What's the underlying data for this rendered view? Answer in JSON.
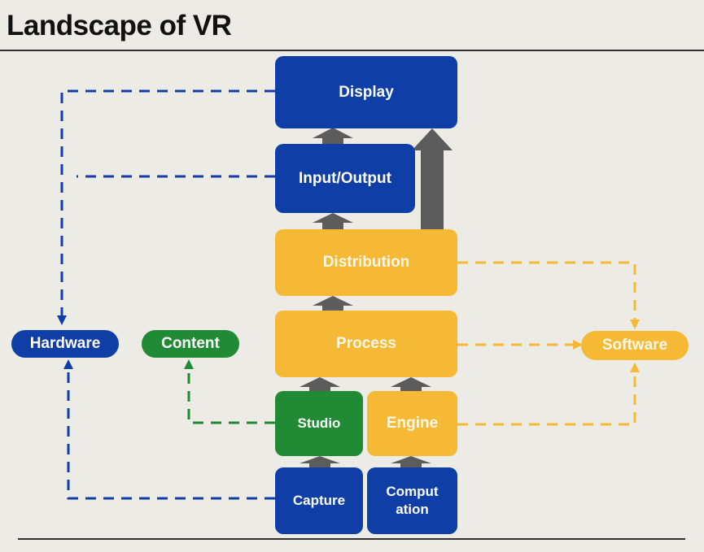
{
  "title": "Landscape of VR",
  "boxes": {
    "display": "Display",
    "io": "Input/Output",
    "distribution": "Distribution",
    "process": "Process",
    "studio": "Studio",
    "engine": "Engine",
    "capture": "Capture",
    "computation": "Comput\nation"
  },
  "pills": {
    "hardware": "Hardware",
    "content": "Content",
    "software": "Software"
  },
  "colors": {
    "blue": "#0f3fa6",
    "yellow": "#f5b935",
    "green": "#218a34",
    "arrow_gray": "#5c5c5c"
  }
}
